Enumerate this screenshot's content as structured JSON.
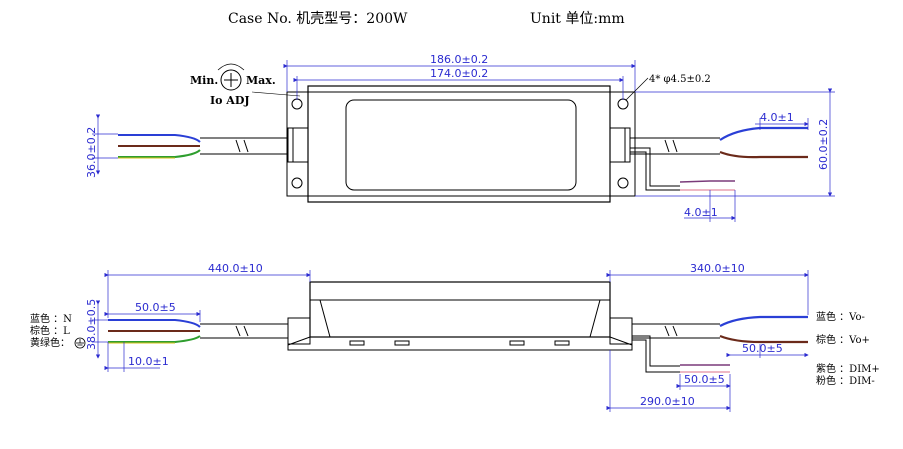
{
  "header": {
    "case_text": "Case No. 机壳型号：200W",
    "unit_text": "Unit 单位:mm"
  },
  "top_view": {
    "dims": {
      "overall_length": "186.0±0.2",
      "hole_pitch": "174.0±0.2",
      "holes": "4* φ4.5±0.2",
      "input_height": "36.0±0.2",
      "width": "60.0±0.2",
      "out_strip_top": "4.0±1",
      "out_strip_bottom": "4.0±1"
    },
    "adj": {
      "min": "Min.",
      "max": "Max.",
      "io": "Io ADJ"
    }
  },
  "side_view": {
    "dims": {
      "input_cable": "440.0±10",
      "output_cable": "340.0±10",
      "input_strip": "50.0±5",
      "input_height": "38.0±0.5",
      "input_tip": "10.0±1",
      "output_strip": "50.0±5",
      "dim_strip": "50.0±5",
      "dim_cable": "290.0±10"
    },
    "labels": {
      "blue_n": "蓝色 ：N",
      "brown_l": "棕色 ：L",
      "yellow_green": "黄绿色：",
      "blue_vo": "蓝色 ：Vo-",
      "brown_vo": "棕色 ：Vo+",
      "purple_dim": "紫色 ：DIM+",
      "pink_dim": "粉色 ：DIM-"
    }
  },
  "colors": {
    "dimension": "#2b2bd0",
    "wire_blue": "#2a3fd6",
    "wire_brown": "#6b2a1a",
    "wire_green": "#2e9e2e",
    "wire_yellow": "#d4c21a",
    "wire_pink": "#e8a0b0",
    "wire_purple": "#7a3a7a"
  }
}
